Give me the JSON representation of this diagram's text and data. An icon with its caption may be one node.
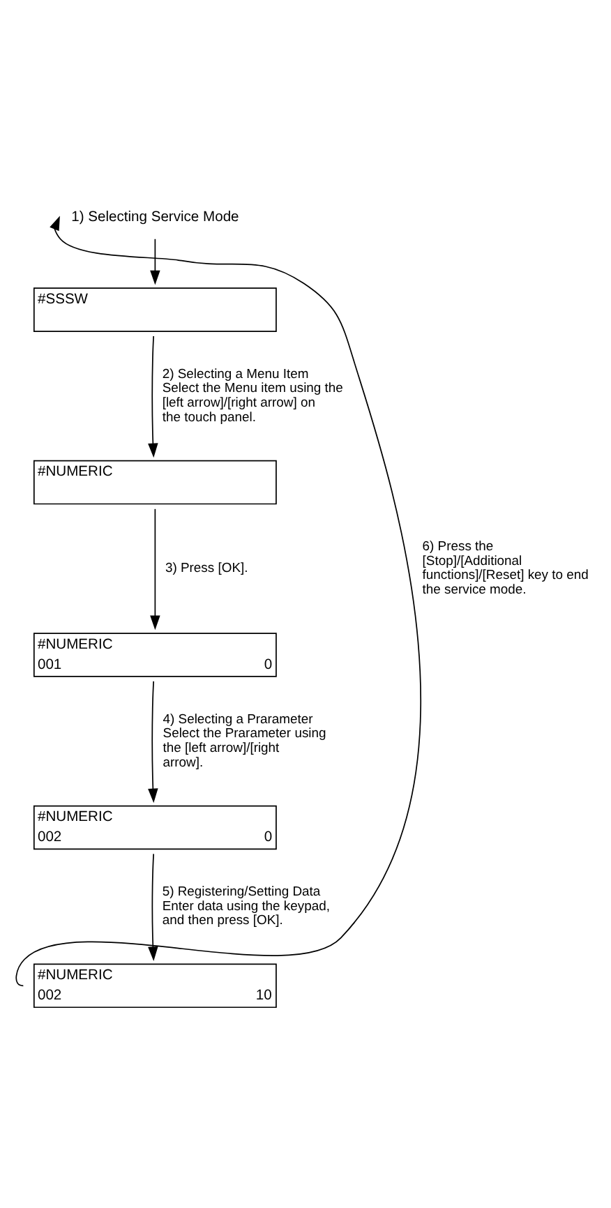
{
  "diagram": {
    "nodes": [
      {
        "text": [
          "1) Selecting Service Mode"
        ]
      },
      {
        "text": [
          "#SSSW"
        ]
      },
      {
        "text": [
          "#NUMERIC"
        ]
      },
      {
        "text": [
          "#NUMERIC",
          "001",
          "0"
        ]
      },
      {
        "text": [
          "#NUMERIC",
          "002",
          "0"
        ]
      },
      {
        "text": [
          "#NUMERIC",
          "002",
          "10"
        ]
      }
    ],
    "edges": [
      {
        "from": 0,
        "to": 1,
        "arrow": "to"
      },
      {
        "from": 1,
        "to": 2,
        "arrow": "to",
        "label": "2) Selecting a Menu Item Select the Menu item using the [left arrow]/[right arrow] on the touch panel."
      },
      {
        "from": 2,
        "to": 3,
        "arrow": "to",
        "label": "3) Press [OK]."
      },
      {
        "from": 3,
        "to": 4,
        "arrow": "to",
        "label": "4) Selecting a Prarameter Select the Prarameter using the [left arrow]/[right arrow]."
      },
      {
        "from": 4,
        "to": 5,
        "arrow": "to",
        "label": "5) Registering/Setting Data Enter data using the keypad, and then press [OK]."
      },
      {
        "from": 5,
        "to": 0,
        "arrow": "to",
        "label": "6) Press the [Stop]/[Additional functions]/[Reset] key to end the service mode."
      }
    ]
  }
}
